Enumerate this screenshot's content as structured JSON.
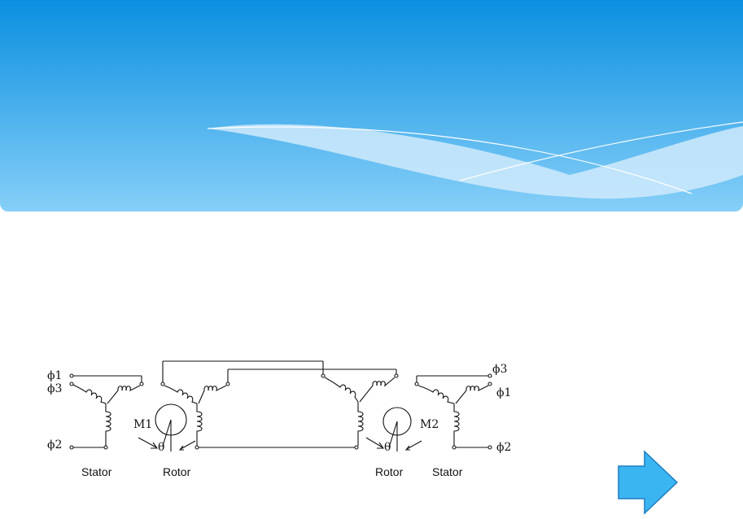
{
  "slide": {
    "colors": {
      "header_top": "#0a8fe0",
      "header_bottom": "#86cff8",
      "wave": "#cfeafc",
      "arrow_fill": "#3bb4f2",
      "arrow_stroke": "#1f7fc0",
      "line": "#111111"
    },
    "next_icon": "right-arrow-icon"
  },
  "diagram": {
    "left_stator": {
      "label": "Stator",
      "phase_top": "ϕ1",
      "phase_mid": "ϕ3",
      "phase_bottom": "ϕ2"
    },
    "left_rotor": {
      "label": "Rotor",
      "motor_label": "M1",
      "angle_label": "θ"
    },
    "right_rotor": {
      "label": "Rotor",
      "motor_label": "M2",
      "angle_label": "θ"
    },
    "right_stator": {
      "label": "Stator",
      "phase_top": "ϕ3",
      "phase_mid": "ϕ1",
      "phase_bottom": "ϕ2"
    }
  }
}
